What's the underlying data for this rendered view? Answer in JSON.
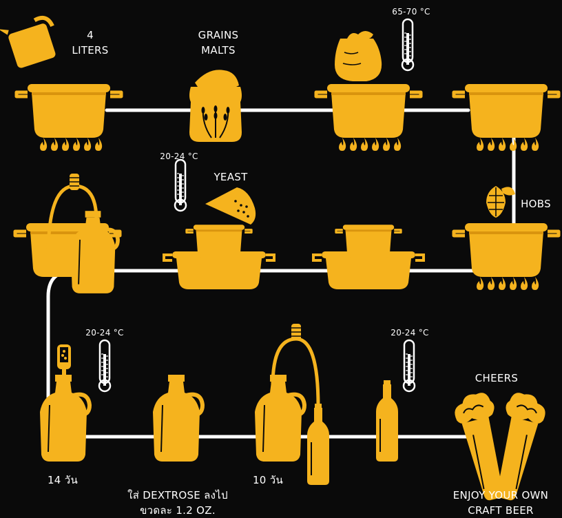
{
  "colors": {
    "background": "#0a0a0a",
    "primary": "#f5b31e",
    "shade": "#d9940e",
    "line": "#ffffff",
    "flame": "#f5b31e"
  },
  "labels": {
    "liters": "4\nLITERS",
    "grains": "GRAINS\nMALTS",
    "temp_mash": "65-70 °C",
    "temp_yeast": "20-24 °C",
    "yeast": "YEAST",
    "hobs": "HOBS",
    "temp_ferment": "20-24 °C",
    "temp_bottle": "20-24 °C",
    "cheers": "CHEERS",
    "days_14": "14 วัน",
    "dextrose": "ใส่ DEXTROSE ลงไป\nขวดละ 1.2 OZ.",
    "days_10": "10 วัน",
    "enjoy": "ENJOY YOUR OWN\nCRAFT BEER"
  },
  "icons": {
    "pot": "cooking-pot-icon",
    "flame": "flame-icon",
    "sack": "grain-sack-icon",
    "bag": "grain-bag-icon",
    "thermometer": "thermometer-icon",
    "hops": "hops-icon",
    "yeast": "yeast-packet-icon",
    "growler": "growler-jug-icon",
    "bottle": "beer-bottle-icon",
    "airlock": "airlock-icon",
    "glass": "beer-glass-icon",
    "pitcher": "water-pitcher-icon"
  }
}
